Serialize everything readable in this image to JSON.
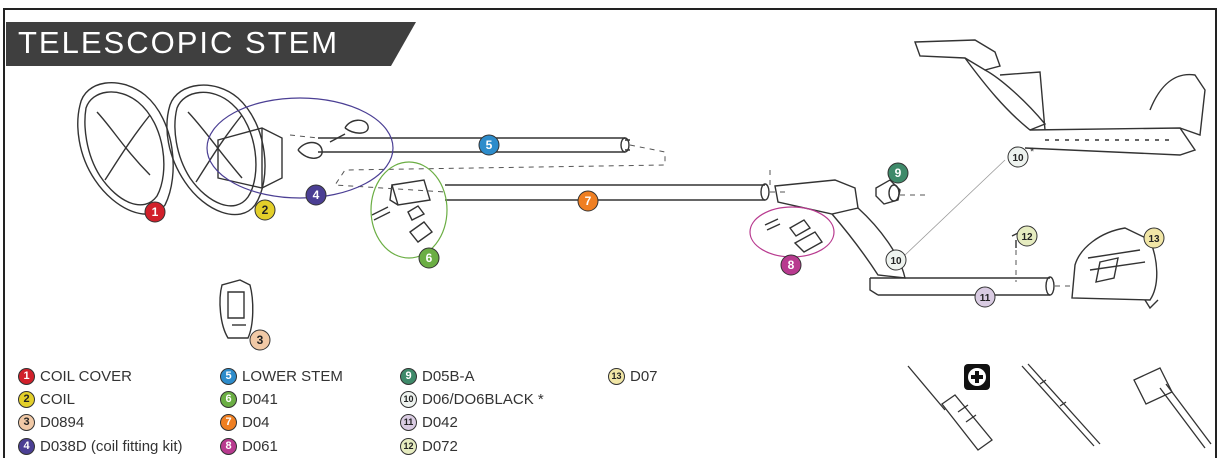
{
  "section_title": "TELESCOPIC STEM",
  "legend": [
    {
      "num": "1",
      "label": "COIL COVER",
      "color": "#d1202a",
      "text": "#ffffff"
    },
    {
      "num": "2",
      "label": "COIL",
      "color": "#e3cf2a",
      "text": "#222222"
    },
    {
      "num": "3",
      "label": "D0894",
      "color": "#f1c9a6",
      "text": "#222222"
    },
    {
      "num": "4",
      "label": "D038D (coil fitting kit)",
      "color": "#4b3f94",
      "text": "#ffffff"
    },
    {
      "num": "5",
      "label": "LOWER STEM",
      "color": "#2d8ccb",
      "text": "#ffffff"
    },
    {
      "num": "6",
      "label": "D041",
      "color": "#6bae44",
      "text": "#ffffff"
    },
    {
      "num": "7",
      "label": "D04",
      "color": "#ef7f22",
      "text": "#ffffff"
    },
    {
      "num": "8",
      "label": "D061",
      "color": "#b83a8f",
      "text": "#ffffff"
    },
    {
      "num": "9",
      "label": "D05B-A",
      "color": "#3f8a6a",
      "text": "#ffffff"
    },
    {
      "num": "10",
      "label": "D06/DO6BLACK *",
      "color": "#eef3ef",
      "text": "#222222"
    },
    {
      "num": "11",
      "label": "D042",
      "color": "#d9cbe2",
      "text": "#222222"
    },
    {
      "num": "12",
      "label": "D072",
      "color": "#e6ecc0",
      "text": "#222222"
    },
    {
      "num": "13",
      "label": "D07",
      "color": "#f1e6a6",
      "text": "#222222"
    }
  ],
  "callouts": [
    {
      "num": "1",
      "color": "#d1202a",
      "text": "#ffffff"
    },
    {
      "num": "2",
      "color": "#e3cf2a",
      "text": "#222222"
    },
    {
      "num": "3",
      "color": "#f1c9a6",
      "text": "#222222"
    },
    {
      "num": "4",
      "color": "#4b3f94",
      "text": "#ffffff"
    },
    {
      "num": "5",
      "color": "#2d8ccb",
      "text": "#ffffff"
    },
    {
      "num": "6",
      "color": "#6bae44",
      "text": "#ffffff"
    },
    {
      "num": "7",
      "color": "#ef7f22",
      "text": "#ffffff"
    },
    {
      "num": "8",
      "color": "#b83a8f",
      "text": "#ffffff"
    },
    {
      "num": "9",
      "color": "#3f8a6a",
      "text": "#ffffff"
    },
    {
      "num": "10",
      "label": "10*",
      "color": "#eef3ef",
      "text": "#222222"
    },
    {
      "num": "10",
      "label": "10",
      "color": "#eef3ef",
      "text": "#222222"
    },
    {
      "num": "11",
      "color": "#d9cbe2",
      "text": "#222222"
    },
    {
      "num": "12",
      "color": "#e6ecc0",
      "text": "#222222"
    },
    {
      "num": "13",
      "color": "#f1e6a6",
      "text": "#222222"
    }
  ],
  "tools": [
    {
      "icon": "screwdriver-icon",
      "badge_icon": "plus-icon"
    },
    {
      "icon": "pin-punch-icon"
    },
    {
      "icon": "hammer-icon"
    }
  ],
  "colors": {
    "banner": "#3f3f3f",
    "line": "#333333",
    "dash": "#555555"
  }
}
